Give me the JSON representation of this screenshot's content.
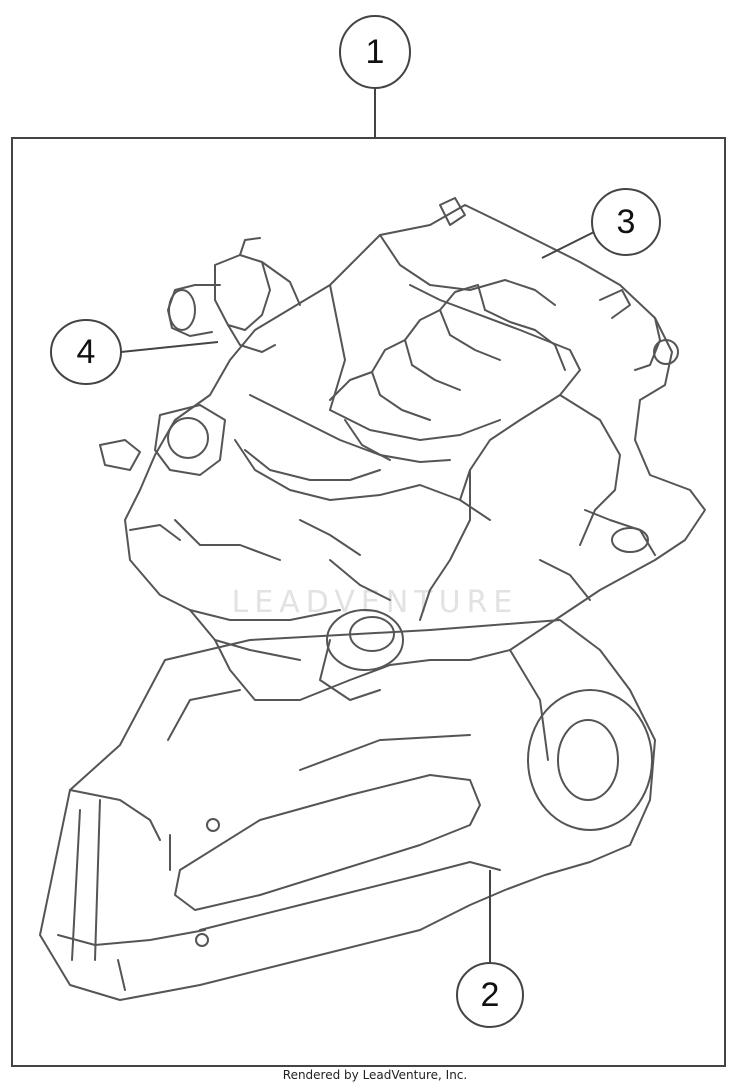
{
  "callouts": [
    {
      "id": "1",
      "label": "1"
    },
    {
      "id": "2",
      "label": "2"
    },
    {
      "id": "3",
      "label": "3"
    },
    {
      "id": "4",
      "label": "4"
    }
  ],
  "watermark": "LEADVENTURE",
  "footer": "Rendered by LeadVenture, Inc."
}
